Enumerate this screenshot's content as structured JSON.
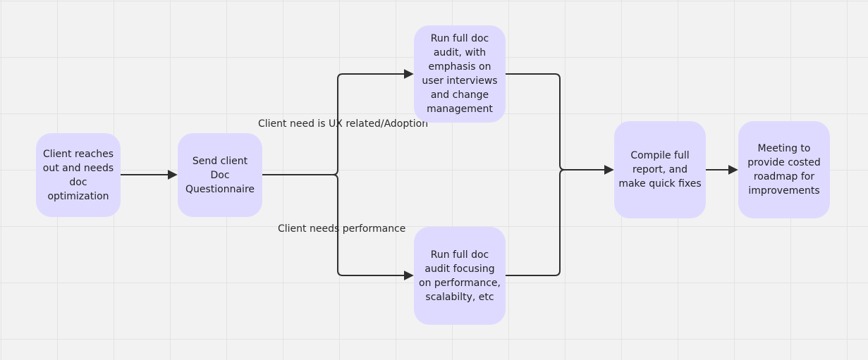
{
  "colors": {
    "node_fill": "#dedaff",
    "connector": "#2f2f2f"
  },
  "nodes": [
    {
      "id": "client-reaches-out",
      "text": "Client reaches out and needs doc optimization"
    },
    {
      "id": "send-questionnaire",
      "text": "Send client Doc Questionnaire"
    },
    {
      "id": "ux-audit",
      "text": "Run full doc audit, with emphasis on user interviews and change management"
    },
    {
      "id": "performance-audit",
      "text": "Run full doc audit focusing on performance, scalabilty, etc"
    },
    {
      "id": "compile-report",
      "text": "Compile full report, and make quick fixes"
    },
    {
      "id": "roadmap-meeting",
      "text": "Meeting to provide costed roadmap for improvements"
    }
  ],
  "edge_labels": {
    "ux": "Client need is UX related/Adoption",
    "performance": "Client needs performance"
  }
}
